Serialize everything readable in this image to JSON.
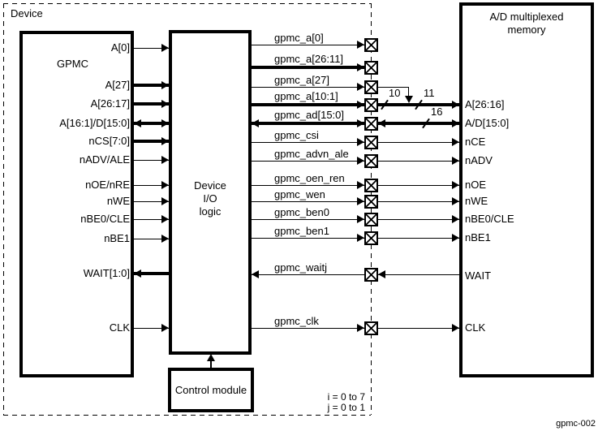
{
  "colors": {
    "ink": "#000000",
    "paper": "#ffffff"
  },
  "figure_id": "gpmc-002",
  "device": {
    "label": "Device",
    "note": [
      "i = 0 to 7",
      "j = 0 to 1"
    ]
  },
  "blocks": {
    "gpmc": {
      "title": "GPMC"
    },
    "io_logic": {
      "lines": [
        "Device",
        "I/O",
        "logic"
      ]
    },
    "control": {
      "title": "Control module"
    },
    "memory": {
      "title_lines": [
        "A/D multiplexed",
        "memory"
      ]
    }
  },
  "gpmc_pins": [
    "A[0]",
    "A[27]",
    "A[26:17]",
    "A[16:1]/D[15:0]",
    "nCS[7:0]",
    "nADV/ALE",
    "nOE/nRE",
    "nWE",
    "nBE0/CLE",
    "nBE1",
    "WAIT[1:0]",
    "CLK"
  ],
  "pad_signals": [
    "gpmc_a[0]",
    "gpmc_a[26:11]",
    "gpmc_a[27]",
    "gpmc_a[10:1]",
    "gpmc_ad[15:0]",
    "gpmc_csi",
    "gpmc_advn_ale",
    "gpmc_oen_ren",
    "gpmc_wen",
    "gpmc_ben0",
    "gpmc_ben1",
    "gpmc_waitj",
    "gpmc_clk"
  ],
  "memory_pins": [
    "A[26:16]",
    "A/D[15:0]",
    "nCE",
    "nADV",
    "nOE",
    "nWE",
    "nBE0/CLE",
    "nBE1",
    "WAIT",
    "CLK"
  ],
  "bus_widths": {
    "gpmc_a_10_1": "10",
    "a_26_16": "11",
    "ad": "16"
  }
}
